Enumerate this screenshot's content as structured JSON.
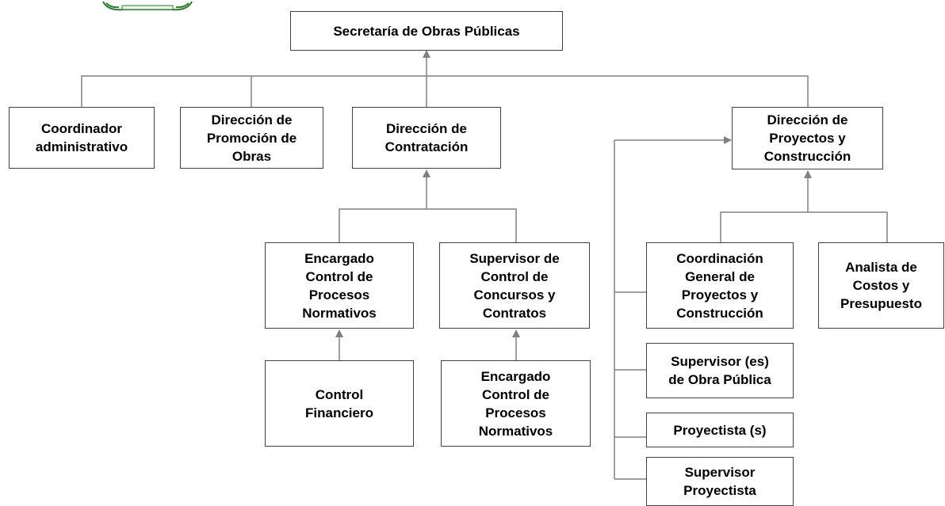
{
  "diagram": {
    "type": "org-chart",
    "line_color": "#808080",
    "nodes": {
      "root": "Secretaría de Obras Públicas",
      "coordinador": "Coordinador\nadministrativo",
      "promocion": "Dirección de\nPromoción de\nObras",
      "contratacion": "Dirección de\nContratación",
      "proyectos": "Dirección de\nProyectos y\nConstrucción",
      "encargado_1": "Encargado\nControl de\nProcesos\nNormativos",
      "supervisor_concursos": "Supervisor de\nControl de\nConcursos y\nContratos",
      "control_financiero": "Control\nFinanciero",
      "encargado_2": "Encargado\nControl de\nProcesos\nNormativos",
      "coordinacion_general": "Coordinación\nGeneral de\nProyectos y\nConstrucción",
      "analista": "Analista de\nCostos y\nPresupuesto",
      "supervisor_obra": "Supervisor (es)\nde Obra Pública",
      "proyectista": "Proyectista (s)",
      "supervisor_proyectista": "Supervisor\nProyectista"
    }
  }
}
